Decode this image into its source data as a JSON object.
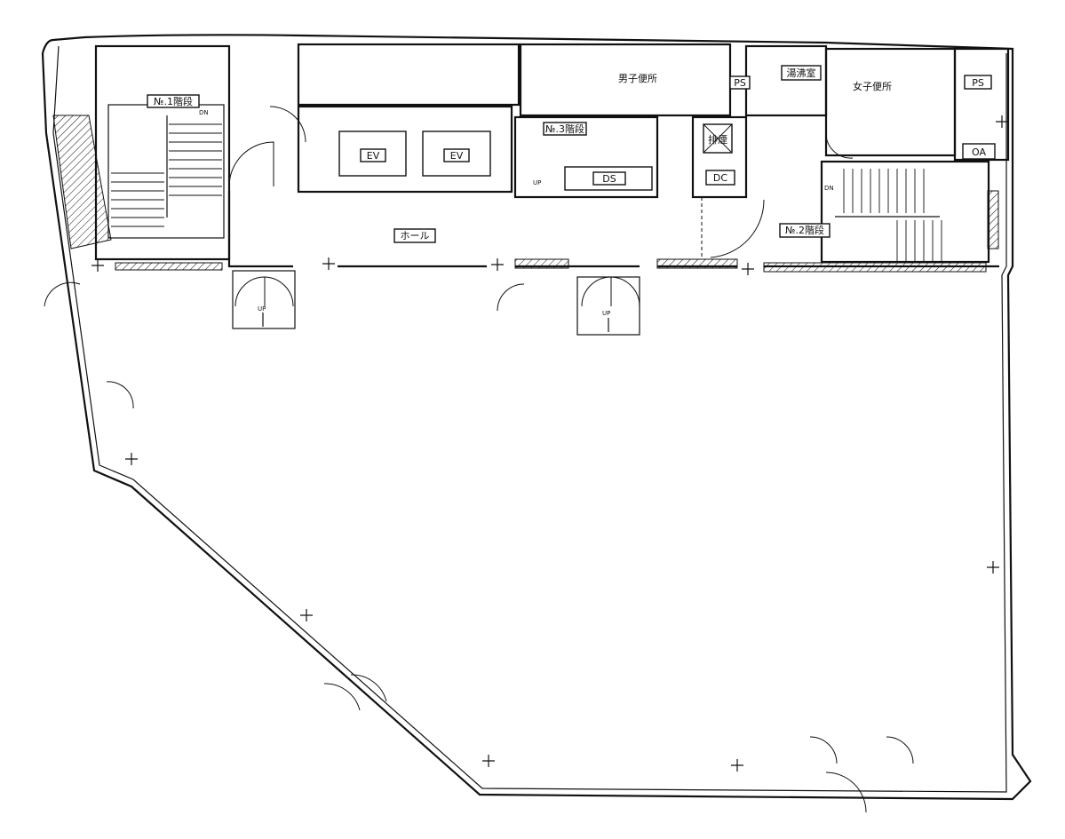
{
  "rooms": {
    "stair1": "№.1階段",
    "stair2": "№.2階段",
    "stair3": "№.3階段",
    "mens_wc": "男子便所",
    "womens_wc": "女子便所",
    "kitchenette": "湯沸室",
    "ps_left": "PS",
    "ps_right": "PS",
    "oa": "OA",
    "ev1": "EV",
    "ev2": "EV",
    "ds": "DS",
    "dc": "DC",
    "smoke": "排煙",
    "hall": "ホール"
  },
  "markers": {
    "dn_stair1": "DN",
    "dn_stair2": "DN",
    "up_stair3": "UP",
    "up_entry_left": "UP",
    "up_entry_center": "UP"
  }
}
